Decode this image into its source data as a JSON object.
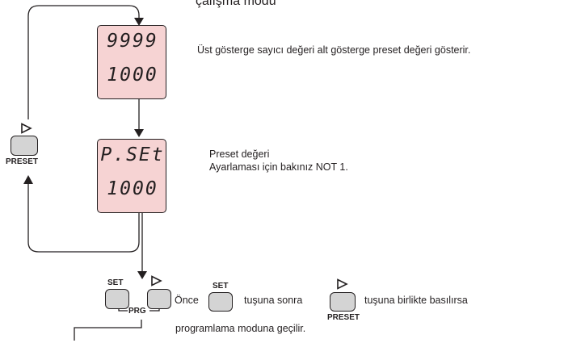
{
  "mode_title": "çalışma modu",
  "display1": {
    "top": "9999",
    "bottom": "1000",
    "description": "Üst gösterge  sayıcı değeri alt gösterge preset değeri gösterir."
  },
  "display2": {
    "top": "P.SEt",
    "bottom": "1000",
    "description_line1": "Preset değeri",
    "description_line2": "Ayarlaması için bakınız  NOT 1."
  },
  "buttons": {
    "set": "SET",
    "preset": "PRESET",
    "prg": "PRG"
  },
  "instruction": {
    "part1": "Önce",
    "part2": "tuşuna sonra",
    "part3": "tuşuna birlikte basılırsa",
    "line2": "programlama moduna  geçilir."
  },
  "icons": [
    "right-triangle-icon",
    "arrow-down-icon",
    "arrow-up-icon"
  ]
}
